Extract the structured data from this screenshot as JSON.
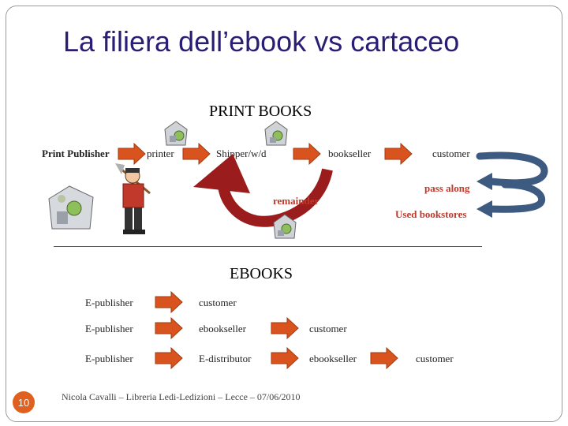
{
  "slide": {
    "title": "La filiera dell’ebook vs cartaceo",
    "page_number": "10",
    "footer": "Nicola Cavalli – Libreria Ledi-Ledizioni – Lecce – 07/06/2010"
  },
  "print": {
    "heading": "PRINT BOOKS",
    "publisher": "Print Publisher",
    "printer": "printer",
    "shipper": "Shipper/w/d",
    "bookseller": "bookseller",
    "customer": "customer",
    "remainder": "remainder",
    "pass_along": "pass along",
    "used_bookstores": "Used bookstores"
  },
  "ebooks": {
    "heading": "EBOOKS",
    "rows": [
      [
        "E-publisher",
        "customer"
      ],
      [
        "E-publisher",
        "ebookseller",
        "customer"
      ],
      [
        "E-publisher",
        "E-distributor",
        "ebookseller",
        "customer"
      ]
    ]
  },
  "colors": {
    "title": "#2a1e74",
    "arrow_orange": "#d9531e",
    "curve_red": "#9b1c1c",
    "blue_arrows": "#3d5a80",
    "accent_red": "#c0392b",
    "page_badge": "#e0611f"
  }
}
